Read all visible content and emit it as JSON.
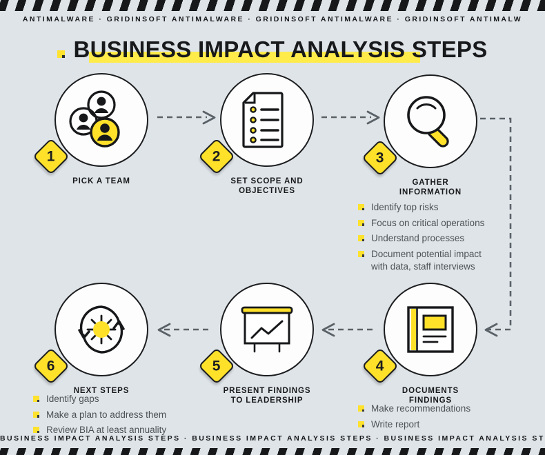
{
  "banners": {
    "top_text": "ANTIMALWARE  ·  GRIDINSOFT ANTIMALWARE  ·  GRIDINSOFT ANTIMALWARE  ·  GRIDINSOFT ANTIMALW",
    "bottom_text": "BUSINESS IMPACT ANALYSIS STEPS  ·  BUSINESS IMPACT ANALYSIS STEPS  ·  BUSINESS IMPACT ANALYSIS STEPS"
  },
  "title": {
    "text": "BUSINESS IMPACT ANALYSIS STEPS",
    "highlight_color": "#ffec4a"
  },
  "colors": {
    "background": "#dfe4e8",
    "accent_yellow": "#ffe12a",
    "ink": "#1c1d1f",
    "body_text": "#4c5256",
    "arrow": "#5a6268"
  },
  "steps": [
    {
      "number": "1",
      "label": "PICK A TEAM",
      "icon": "team-people-icon",
      "bullets": []
    },
    {
      "number": "2",
      "label": "SET SCOPE AND\nOBJECTIVES",
      "label_line1": "SET SCOPE AND",
      "label_line2": "OBJECTIVES",
      "icon": "checklist-document-icon",
      "bullets": []
    },
    {
      "number": "3",
      "label": "GATHER\nINFORMATION",
      "label_line1": "GATHER",
      "label_line2": "INFORMATION",
      "icon": "magnifying-glass-icon",
      "bullets": [
        "Identify top risks",
        "Focus on critical operations",
        "Understand processes",
        "Document potential impact with data, staff interviews"
      ]
    },
    {
      "number": "4",
      "label": "DOCUMENTS\nFINDINGS",
      "label_line1": "DOCUMENTS",
      "label_line2": "FINDINGS",
      "icon": "book-report-icon",
      "bullets": [
        "Make recommendations",
        "Write report"
      ]
    },
    {
      "number": "5",
      "label": "PRESENT FINDINGS\nTO LEADERSHIP",
      "label_line1": "PRESENT FINDINGS",
      "label_line2": "TO LEADERSHIP",
      "icon": "presentation-chart-icon",
      "bullets": []
    },
    {
      "number": "6",
      "label": "NEXT STEPS",
      "label_line1": "NEXT STEPS",
      "label_line2": "",
      "icon": "cycle-refresh-icon",
      "bullets": [
        "Identify gaps",
        "Make a plan to address them",
        "Review BIA at least annuality"
      ]
    }
  ],
  "bullet_lists": {
    "step3": [
      "Identify top risks",
      "Focus on critical operations",
      "Understand processes",
      "Document potential impact",
      "with data, staff interviews"
    ],
    "step4": [
      "Make recommendations",
      "Write report"
    ],
    "step6": [
      "Identify gaps",
      "Make a plan to address them",
      "Review BIA at least annuality"
    ]
  }
}
